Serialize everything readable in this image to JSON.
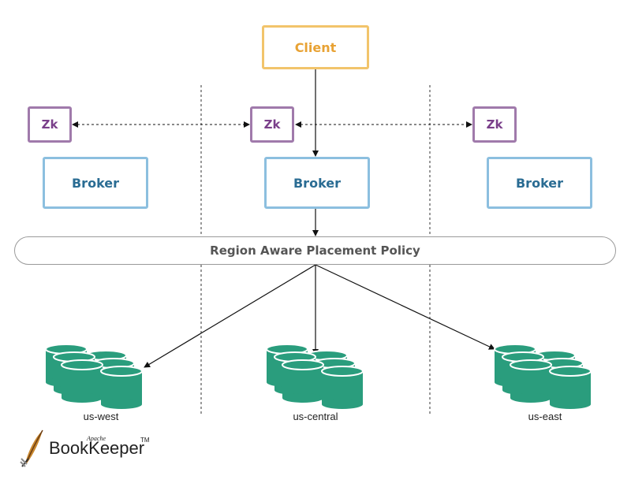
{
  "client_label": "Client",
  "zk_labels": [
    "Zk",
    "Zk",
    "Zk"
  ],
  "broker_labels": [
    "Broker",
    "Broker",
    "Broker"
  ],
  "policy_label": "Region Aware Placement Policy",
  "regions": [
    "us-west",
    "us-central",
    "us-east"
  ],
  "logo": {
    "prefix": "Apache",
    "name": "BookKeeper",
    "trademark": "TM"
  },
  "colors": {
    "client": "#e8a234",
    "zk": "#7a3f8a",
    "broker": "#2a6c93",
    "bookie": "#2a9d7d"
  }
}
